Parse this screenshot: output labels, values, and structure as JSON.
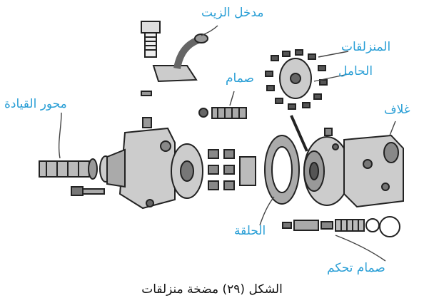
{
  "labels": {
    "oil_inlet": "مدخل الزيت",
    "sliders": "المنزلقات",
    "carrier": "الحامل",
    "valve": "صمام",
    "drive_shaft": "محور القيادة",
    "housing": "غلاف",
    "ring": "الحلقة",
    "control_valve": "صمام تحكم"
  },
  "caption": "الشكل (٢٩) مضخة منزلقات",
  "colors": {
    "label": "#2a9fd6",
    "drawing": "#222222",
    "leader": "#555555"
  }
}
